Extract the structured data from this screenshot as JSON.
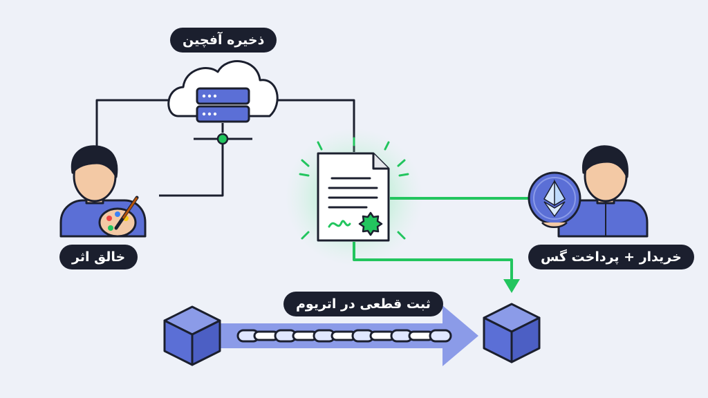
{
  "labels": {
    "cloud_storage": "ذخیره آفچین",
    "creator": "خالق اثر",
    "buyer": "خریدار + پرداخت گس",
    "blockchain": "ثبت قطعی در اتریوم"
  },
  "icons": {
    "cloud": "cloud-icon",
    "server": "server-icon",
    "creator": "artist-with-palette-icon",
    "buyer": "person-with-ethereum-coin-icon",
    "certificate": "certificate-document-icon",
    "block": "block-cube-icon",
    "chain": "chain-icon"
  },
  "colors": {
    "background": "#eef1f8",
    "pill": "#1b1f2e",
    "accent_green": "#22c55e",
    "block_blue": "#5b6fd6",
    "arrow_blue": "#8b9be8",
    "line": "#1b1f2e"
  }
}
